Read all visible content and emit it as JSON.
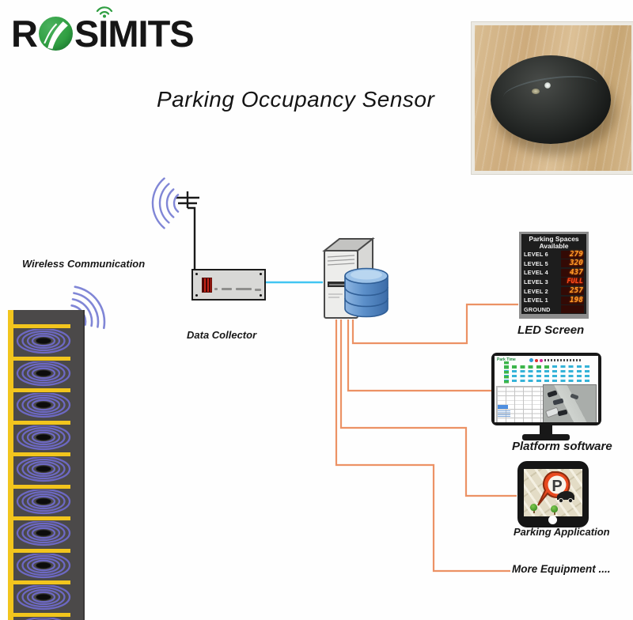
{
  "brand": {
    "logo_prefix": "R",
    "logo_suffix": "SIMITS"
  },
  "title": "Parking Occupancy Sensor",
  "sensor_strip": {
    "label": "Wireless Communication",
    "cell_count": 10
  },
  "data_collector": {
    "label": "Data Collector"
  },
  "led_screen": {
    "label": "LED Screen",
    "header_line1": "Parking Spaces",
    "header_line2": "Available",
    "rows": [
      {
        "label": "LEVEL 6",
        "value": "279"
      },
      {
        "label": "LEVEL 5",
        "value": "320"
      },
      {
        "label": "LEVEL 4",
        "value": "437"
      },
      {
        "label": "LEVEL 3",
        "value": "FULL"
      },
      {
        "label": "LEVEL 2",
        "value": "257"
      },
      {
        "label": "LEVEL 1",
        "value": "198"
      },
      {
        "label": "GROUND",
        "value": ""
      }
    ]
  },
  "platform": {
    "label": "Platform software",
    "app_title": "Park Time"
  },
  "app": {
    "label": "Parking Application",
    "pin_letter": "P"
  },
  "more_equipment": {
    "label": "More Equipment ...."
  },
  "colors": {
    "logo_green": "#2f9e41",
    "wifi_purple": "#8086d6",
    "loop_ring_purple": "#6c68c2",
    "strip_yellow": "#f2c51d",
    "connection_orange": "#ec9265",
    "link_cyan": "#42c5f2",
    "led_digit_orange": "#ff9b28",
    "led_full_red": "#ff4a1a",
    "database_blue": "#5b8fc9"
  }
}
